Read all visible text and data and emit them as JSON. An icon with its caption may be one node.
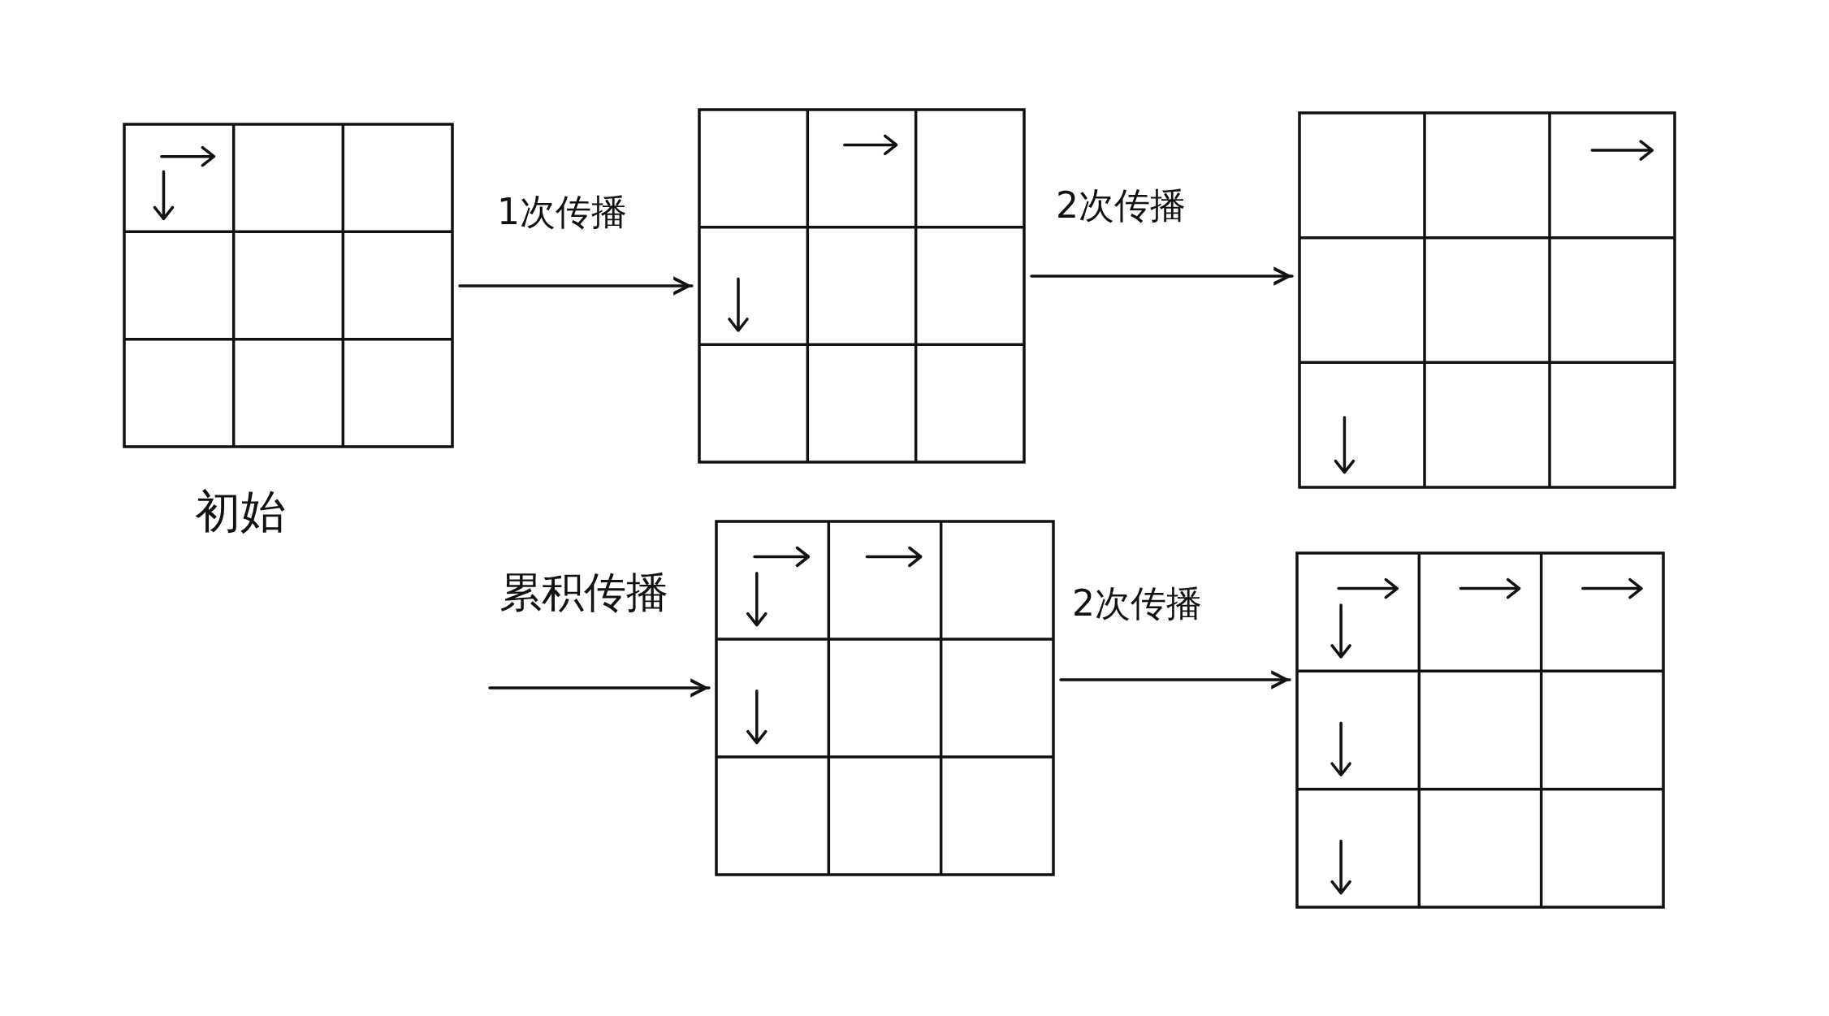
{
  "diagram": {
    "nodes": [
      {
        "text": [],
        "shape": "grid",
        "beside": [
          "初始"
        ]
      },
      {
        "text": [],
        "shape": "grid"
      },
      {
        "text": [],
        "shape": "grid"
      },
      {
        "text": [],
        "shape": "grid"
      },
      {
        "text": [],
        "shape": "grid"
      }
    ],
    "edges": [
      {
        "from": 0,
        "to": 1,
        "arrow": "to",
        "label": "1次传播"
      },
      {
        "from": 1,
        "to": 2,
        "arrow": "to",
        "label": "2次传播"
      },
      {
        "from": null,
        "to": 3,
        "arrow": "to",
        "label": "累积传播"
      },
      {
        "from": 3,
        "to": 4,
        "arrow": "to",
        "label": "2次传播"
      }
    ]
  }
}
